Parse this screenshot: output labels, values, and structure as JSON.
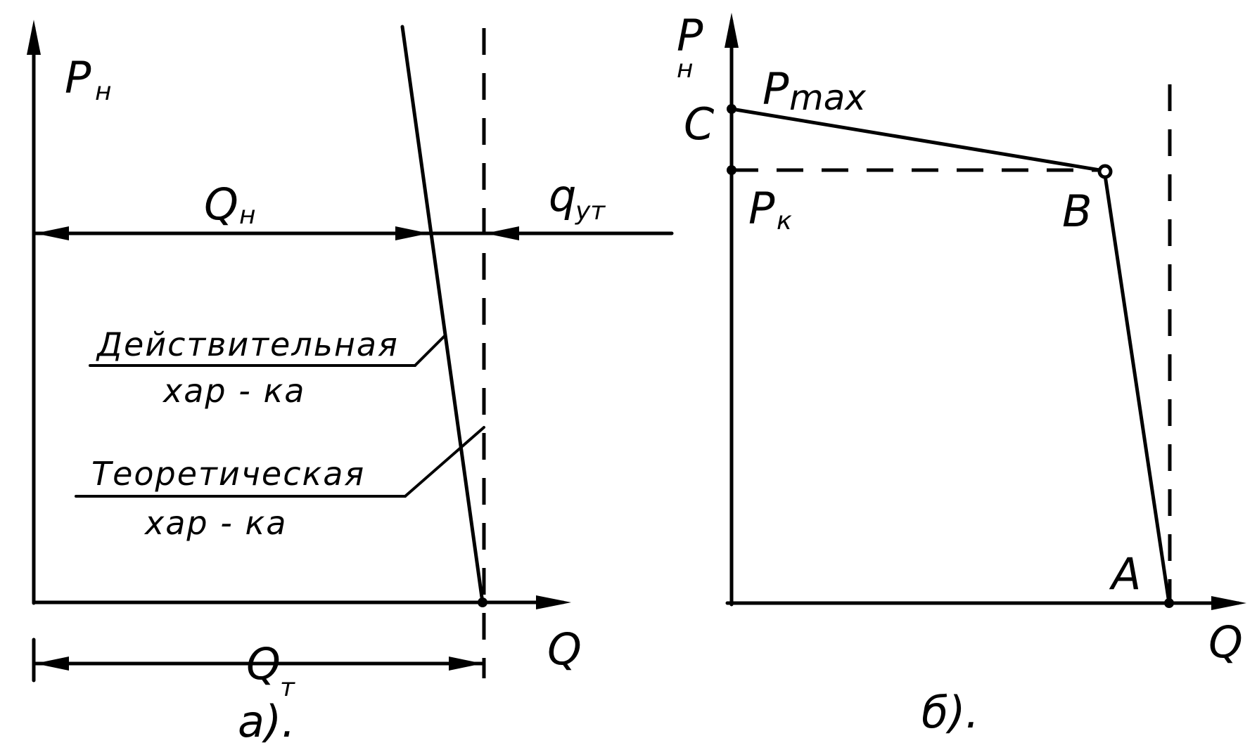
{
  "panel_a": {
    "y_axis_label": "P",
    "y_axis_sub": "н",
    "x_axis_label": "Q",
    "qn_label": "Q",
    "qn_sub": "н",
    "qut_label": "q",
    "qut_sub": "ут",
    "qt_label": "Q",
    "qt_sub": "т",
    "actual_char_line1": "Действительная",
    "actual_char_line2": "хар - ка",
    "theoretical_char_line1": "Теоретическая",
    "theoretical_char_line2": "хар - ка",
    "caption": "а)."
  },
  "panel_b": {
    "y_axis_label": "P",
    "y_axis_sub": "н",
    "x_axis_label": "Q",
    "pmax_label": "P",
    "pmax_sub": "max",
    "pk_label": "P",
    "pk_sub": "к",
    "point_c": "C",
    "point_b": "B",
    "point_a": "A",
    "caption": "б)."
  }
}
